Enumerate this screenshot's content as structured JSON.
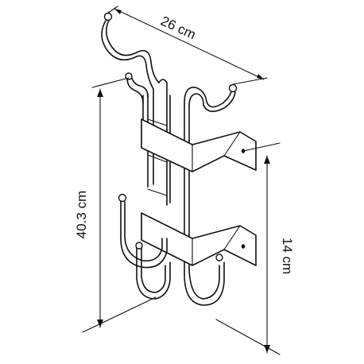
{
  "dimensions": {
    "width_label": "26 cm",
    "height_label": "40.3 cm",
    "spacing_label": "14 cm"
  }
}
